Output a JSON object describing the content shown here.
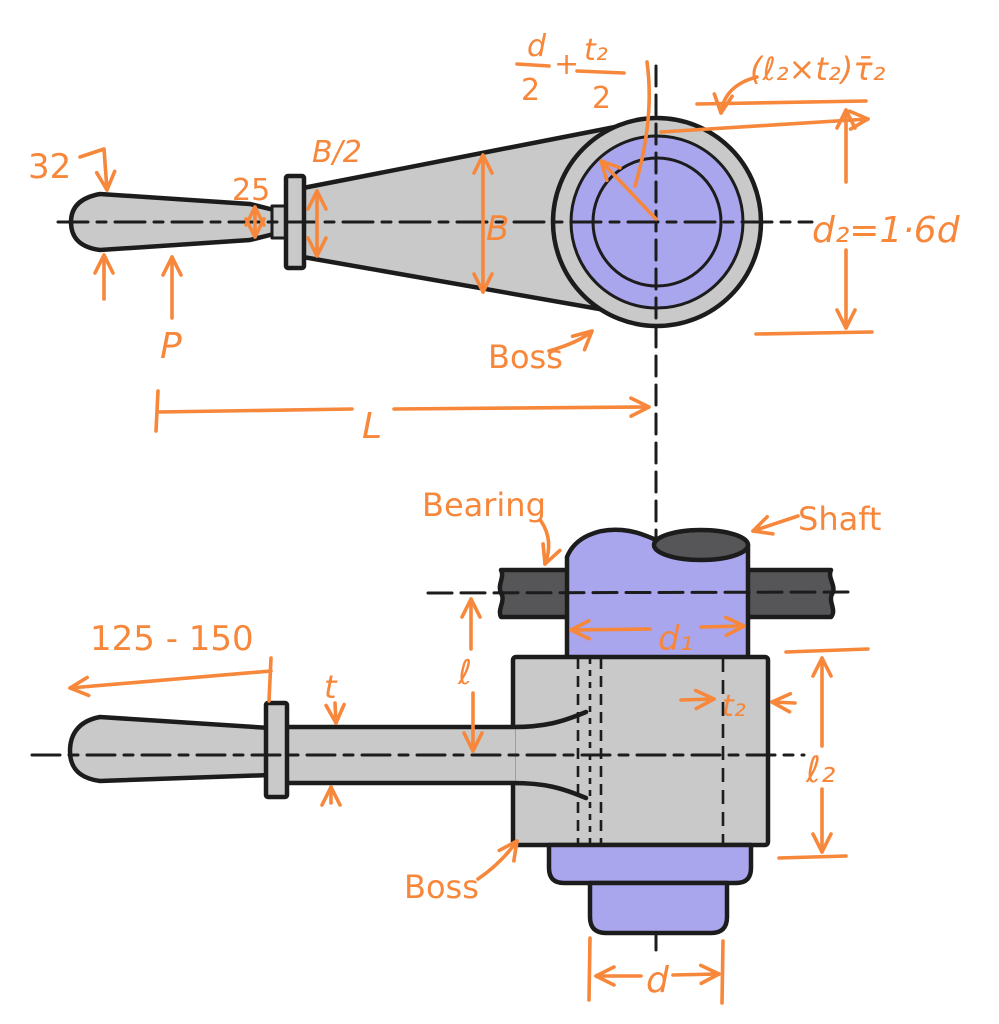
{
  "drawing_title": "hand-lever-engineering-sketch",
  "colors": {
    "annotation_orange": "#f6873b",
    "part_gray": "#c9c9c9",
    "shaft_blue": "#a9a6ed",
    "bearing_dark_gray": "#565658",
    "outline_black": "#1c1c1c",
    "background": "#ffffff"
  },
  "top_view": {
    "labels": {
      "dim_32": "32",
      "dim_25": "25",
      "dim_b_half": "B/2",
      "dim_b": "B",
      "frac_num1": "d",
      "frac_den1": "2",
      "frac_plus": "+",
      "frac_num2": "t₂",
      "frac_den2": "2",
      "key_formula": "(ℓ₂×t₂)τ̄₂",
      "dim_d2": "d₂=1·6d",
      "boss": "Boss",
      "force": "P",
      "dim_length": "L"
    }
  },
  "bottom_view": {
    "labels": {
      "bearing": "Bearing",
      "shaft": "Shaft",
      "dim_handle_length": "125 - 150",
      "dim_t": "t",
      "dim_ell": "ℓ",
      "dim_d1": "d₁",
      "dim_t2": "t₂",
      "dim_l2": "ℓ₂",
      "boss": "Boss",
      "dim_d": "d"
    }
  }
}
